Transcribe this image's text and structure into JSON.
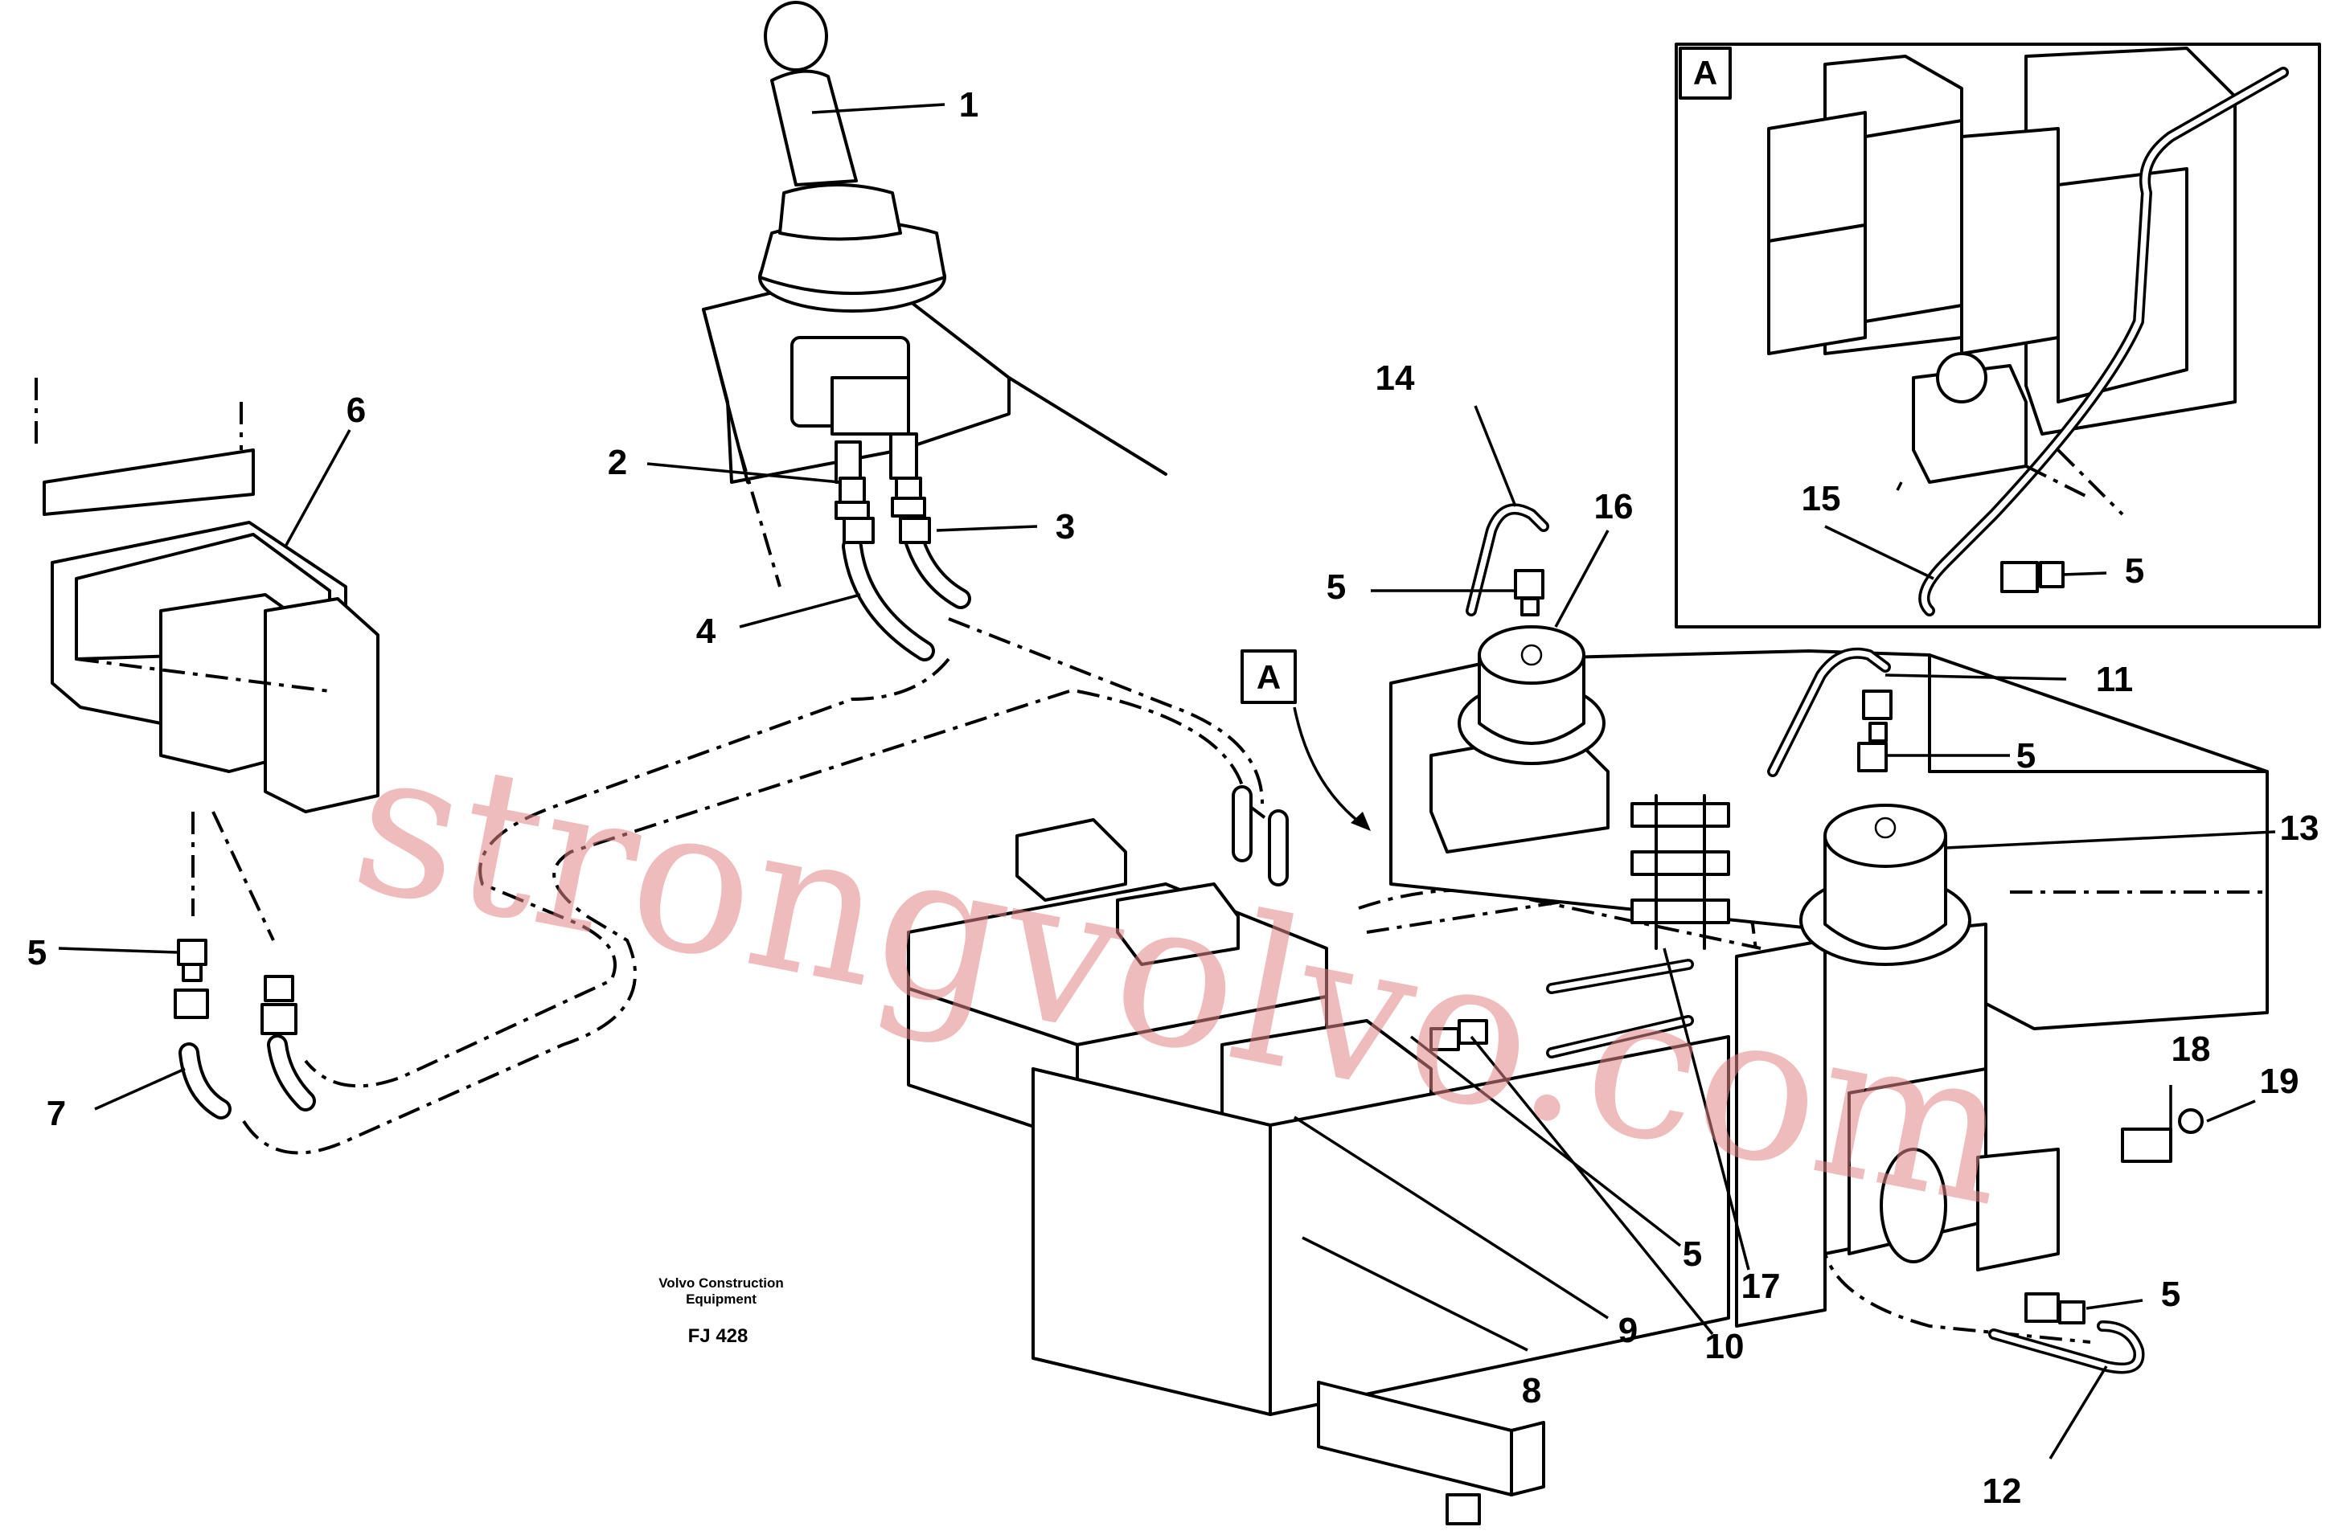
{
  "watermark": "strongvolvo.com",
  "detail": {
    "label": "A"
  },
  "view_marker": {
    "label": "A"
  },
  "footer": {
    "maker_line1": "Volvo Construction",
    "maker_line2": "Equipment",
    "drawing_no": "FJ 428"
  },
  "callouts": [
    "1",
    "2",
    "3",
    "4",
    "5",
    "5",
    "5",
    "5",
    "5",
    "5",
    "6",
    "7",
    "8",
    "9",
    "10",
    "11",
    "12",
    "13",
    "14",
    "15",
    "16",
    "17",
    "18",
    "19"
  ],
  "colors": {
    "line": "#000000",
    "watermark": "#e08585"
  }
}
